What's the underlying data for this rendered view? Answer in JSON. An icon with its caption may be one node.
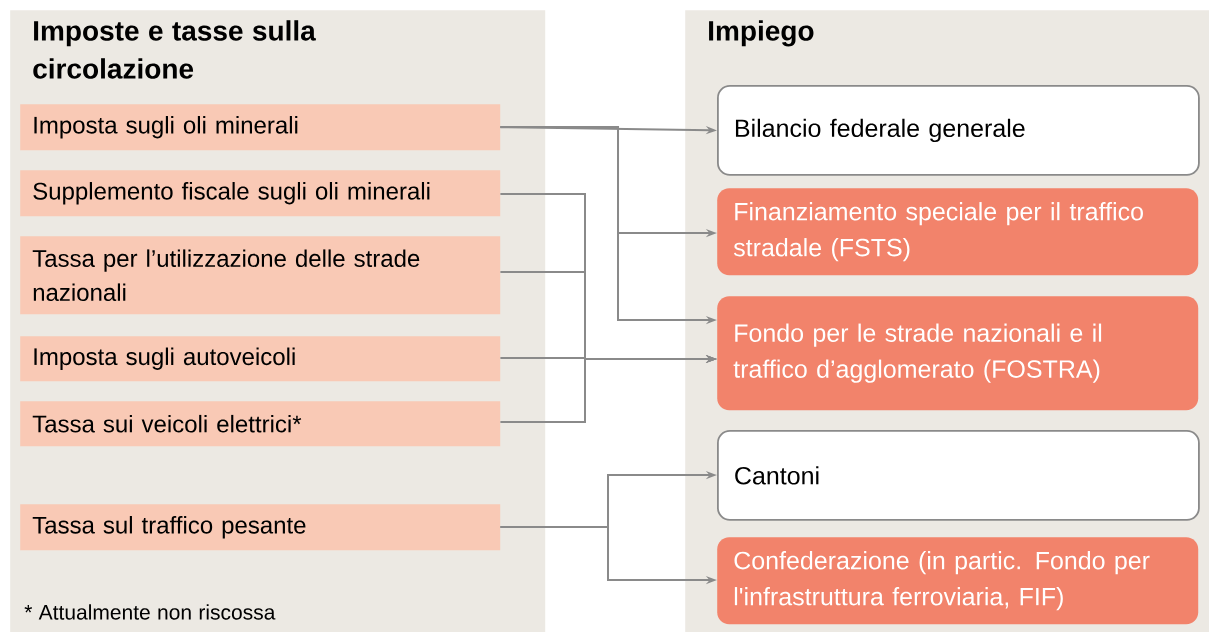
{
  "diagram": {
    "nodes": [
      {
        "text": [
          "Imposte e tasse sulla circolazione"
        ]
      },
      {
        "text": [
          "Impiego"
        ]
      },
      {
        "text": [
          "Imposta sugli oli minerali"
        ],
        "in": 0
      },
      {
        "text": [
          "Supplemento fiscale sugli oli minerali"
        ],
        "in": 0
      },
      {
        "text": [
          "Tassa per l’utilizzazione delle strade nazionali"
        ],
        "in": 0
      },
      {
        "text": [
          "Imposta sugli autoveicoli"
        ],
        "in": 0
      },
      {
        "text": [
          "Tassa sui veicoli elettrici*"
        ],
        "in": 0
      },
      {
        "text": [
          "Tassa sul traffico pesante"
        ],
        "in": 0
      },
      {
        "text": [
          "Bilancio federale generale"
        ],
        "in": 1
      },
      {
        "text": [
          "Finanziamento speciale per il traffico stradale (FSTS)"
        ],
        "in": 1
      },
      {
        "text": [
          "Fondo per le strade nazionali e il traffico d’agglomerato (FOSTRA)"
        ],
        "in": 1
      },
      {
        "text": [
          "Cantoni"
        ],
        "in": 1
      },
      {
        "text": [
          "Confederazione (in partic. Fondo per l'infrastruttura ferroviaria, FIF)"
        ],
        "in": 1
      }
    ],
    "edges": [
      {
        "from": 2,
        "to": 8,
        "arrow": "to"
      },
      {
        "from": 2,
        "to": 9,
        "arrow": "to"
      },
      {
        "from": 2,
        "to": 10,
        "arrow": "to"
      },
      {
        "from": 3,
        "to": 10,
        "arrow": "to"
      },
      {
        "from": 4,
        "to": 10,
        "arrow": "to"
      },
      {
        "from": 5,
        "to": 10,
        "arrow": "to"
      },
      {
        "from": 6,
        "to": 10,
        "arrow": "to"
      },
      {
        "from": 7,
        "to": 11,
        "arrow": "to"
      },
      {
        "from": 7,
        "to": 12,
        "arrow": "to"
      }
    ],
    "labels": [
      "* Attualmente non riscossa"
    ]
  }
}
